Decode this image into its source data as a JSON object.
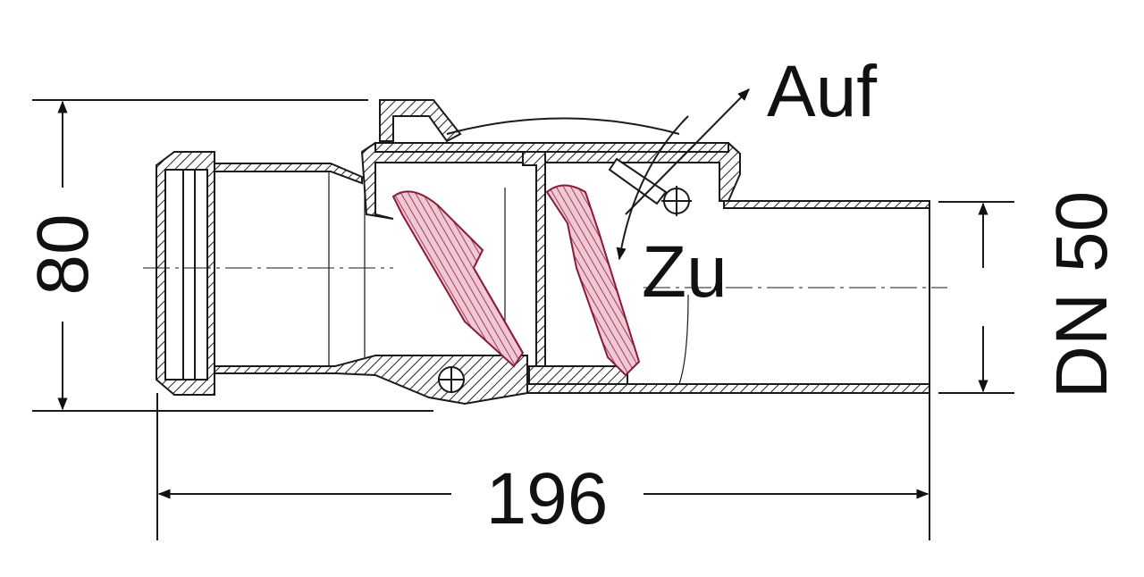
{
  "dimensions": {
    "height": "80",
    "length": "196",
    "nominal": "DN 50"
  },
  "labels": {
    "open": "Auf",
    "closed": "Zu"
  },
  "colors": {
    "line": "#1a1a1a",
    "flap": "#e8b8c8",
    "flap_line": "#8a1a3a"
  }
}
